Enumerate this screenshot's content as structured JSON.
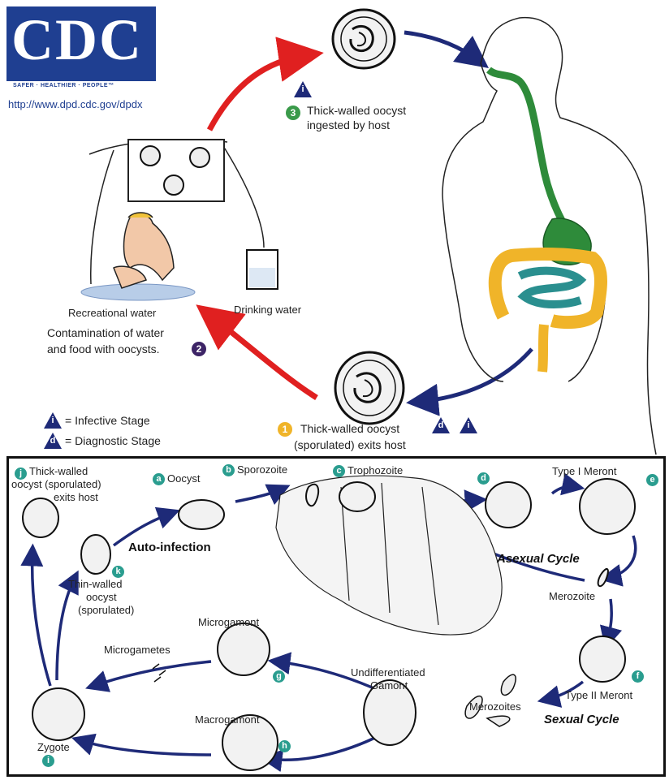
{
  "logo": {
    "text": "CDC",
    "tagline": "SAFER · HEALTHIER · PEOPLE™",
    "url": "http://www.dpd.cdc.gov/dpdx"
  },
  "upper": {
    "step3": {
      "badge": "3",
      "label_line1": "Thick-walled oocyst",
      "label_line2": "ingested by host",
      "marker": "i"
    },
    "step2": {
      "badge": "2",
      "label_line1": "Contamination of water",
      "label_line2": "and food with oocysts."
    },
    "step1": {
      "badge": "1",
      "label_line1": "Thick-walled oocyst",
      "label_line2": "(sporulated) exits host",
      "markers": [
        "d",
        "i"
      ]
    },
    "recreational_water": "Recreational water",
    "drinking_water": "Drinking water",
    "legend": [
      {
        "symbol": "i",
        "text": "= Infective Stage"
      },
      {
        "symbol": "d",
        "text": "= Diagnostic Stage"
      }
    ]
  },
  "lower": {
    "j": {
      "badge": "j",
      "line1": "Thick-walled",
      "line2": "oocyst (sporulated)",
      "line3": "exits host"
    },
    "a": {
      "badge": "a",
      "label": "Oocyst"
    },
    "b": {
      "badge": "b",
      "label": "Sporozoite"
    },
    "c": {
      "badge": "c",
      "label": "Trophozoite"
    },
    "d": {
      "badge": "d"
    },
    "e": {
      "badge": "e"
    },
    "type1": "Type I Meront",
    "auto_infection": "Auto-infection",
    "k": {
      "badge": "k",
      "line1": "Thin-walled",
      "line2": "oocyst",
      "line3": "(sporulated)"
    },
    "asexual_cycle": "Asexual Cycle",
    "merozoite": "Merozoite",
    "microgamont": "Microgamont",
    "microgametes": "Microgametes",
    "g": {
      "badge": "g"
    },
    "f": {
      "badge": "f"
    },
    "undiff_line1": "Undifferentiated",
    "undiff_line2": "Gamont",
    "type2": "Type II Meront",
    "merozoites": "Merozoites",
    "sexual_cycle": "Sexual Cycle",
    "macrogamont": "Macrogamont",
    "h": {
      "badge": "h"
    },
    "zygote": "Zygote",
    "i": {
      "badge": "i"
    }
  }
}
